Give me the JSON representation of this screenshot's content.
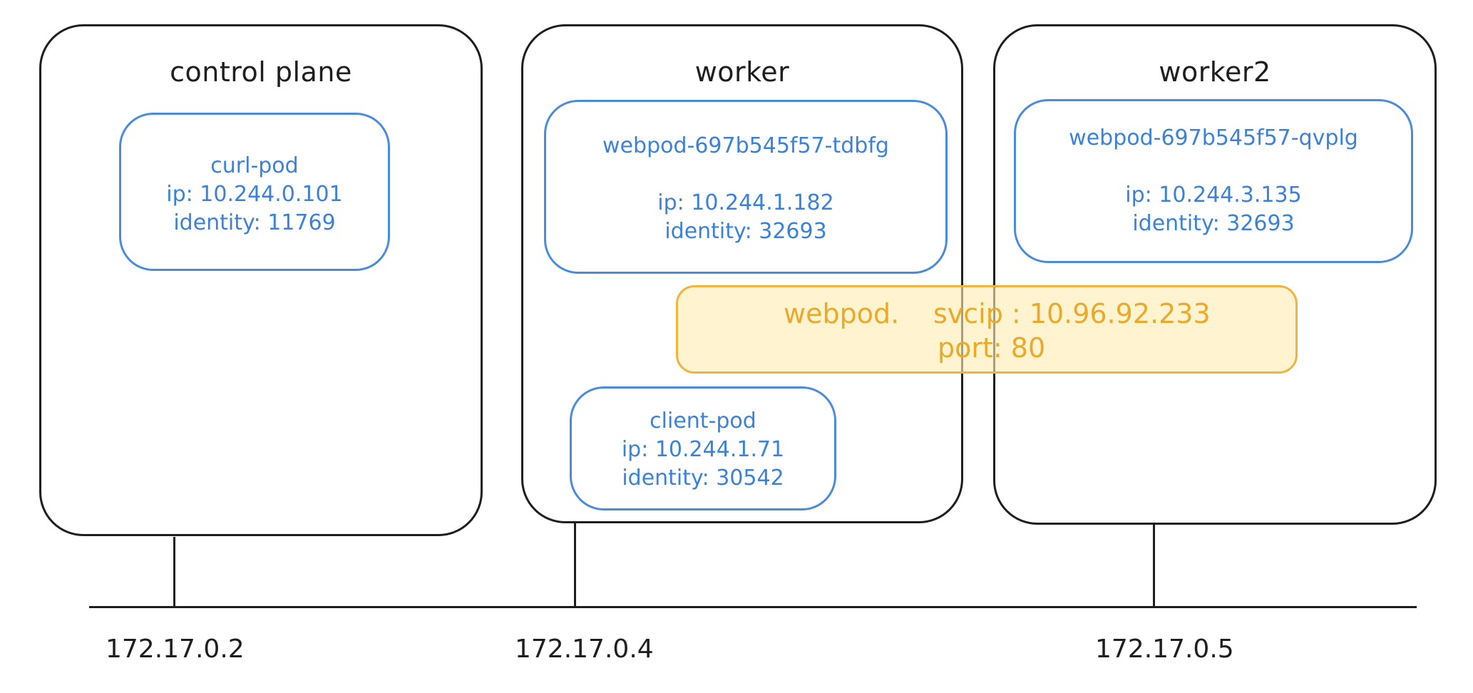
{
  "nodes": {
    "control_plane": {
      "title": "control plane",
      "host_ip": "172.17.0.2",
      "pod": {
        "name": "curl-pod",
        "ip": "ip: 10.244.0.101",
        "identity": "identity: 11769"
      }
    },
    "worker": {
      "title": "worker",
      "host_ip": "172.17.0.4",
      "web_pod": {
        "name": "webpod-697b545f57-tdbfg",
        "ip": "ip: 10.244.1.182",
        "identity": "identity: 32693"
      },
      "client_pod": {
        "name": "client-pod",
        "ip": "ip: 10.244.1.71",
        "identity": "identity: 30542"
      }
    },
    "worker2": {
      "title": "worker2",
      "host_ip": "172.17.0.5",
      "web_pod": {
        "name": "webpod-697b545f57-qvplg",
        "ip": "ip: 10.244.3.135",
        "identity": "identity: 32693"
      }
    }
  },
  "service": {
    "name": "webpod.",
    "svcip": "svcip : 10.96.92.233",
    "port": "port: 80"
  },
  "colors": {
    "node_border": "#1e1e1e",
    "pod": "#3b82d6",
    "service_border": "#f0b33c",
    "service_text": "#e9a92b",
    "service_fill": "#ffecb3"
  }
}
